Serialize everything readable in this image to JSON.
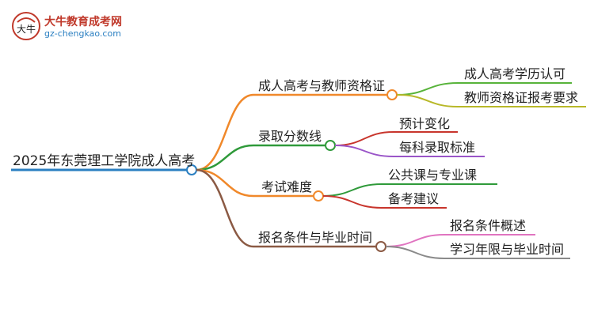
{
  "logo": {
    "title": "大牛教育成考网",
    "url": "gz-chengkao.com",
    "badge_text": "大牛"
  },
  "mindmap": {
    "root": "2025年东莞理工学院成人高考",
    "branches": [
      {
        "label": "成人高考与教师资格证",
        "color": "#f0882a",
        "children": [
          {
            "label": "成人高考学历认可",
            "color": "#57b33a"
          },
          {
            "label": "教师资格证报考要求",
            "color": "#b8b828"
          }
        ]
      },
      {
        "label": "录取分数线",
        "color": "#2f9a3a",
        "children": [
          {
            "label": "预计变化",
            "color": "#c8352c"
          },
          {
            "label": "每科录取标准",
            "color": "#9a55c8"
          }
        ]
      },
      {
        "label": "考试难度",
        "color": "#f0882a",
        "children": [
          {
            "label": "公共课与专业课",
            "color": "#2f9a3a"
          },
          {
            "label": "备考建议",
            "color": "#c8352c"
          }
        ]
      },
      {
        "label": "报名条件与毕业时间",
        "color": "#8b5a44",
        "children": [
          {
            "label": "报名条件概述",
            "color": "#e074c0"
          },
          {
            "label": "学习年限与毕业时间",
            "color": "#8a8a8a"
          }
        ]
      }
    ],
    "root_color": "#2a7fc1"
  }
}
